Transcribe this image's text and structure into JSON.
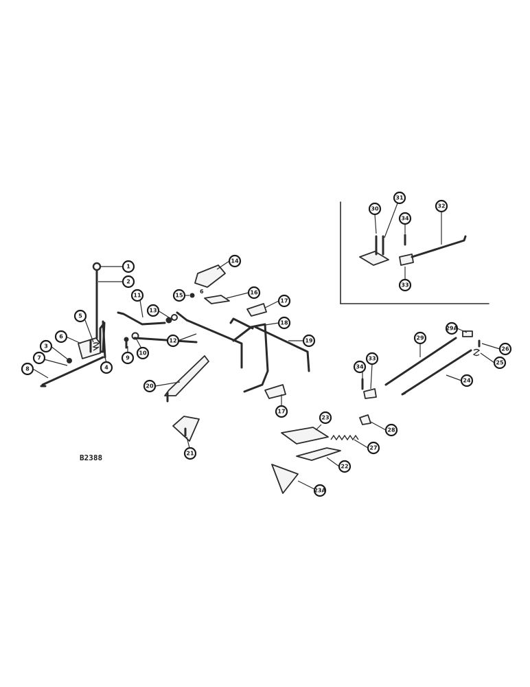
{
  "figure": {
    "reference": "B2388",
    "callouts": [
      "1",
      "2",
      "3",
      "4",
      "5",
      "6",
      "7",
      "8",
      "9",
      "10",
      "11",
      "12",
      "13",
      "14",
      "15",
      "16",
      "17",
      "17",
      "18",
      "19",
      "20",
      "21",
      "22",
      "23",
      "23A",
      "24",
      "25",
      "26",
      "27",
      "28",
      "29",
      "29A",
      "30",
      "31",
      "32",
      "33",
      "33",
      "34",
      "34"
    ],
    "stray_labels": [
      "6"
    ]
  }
}
